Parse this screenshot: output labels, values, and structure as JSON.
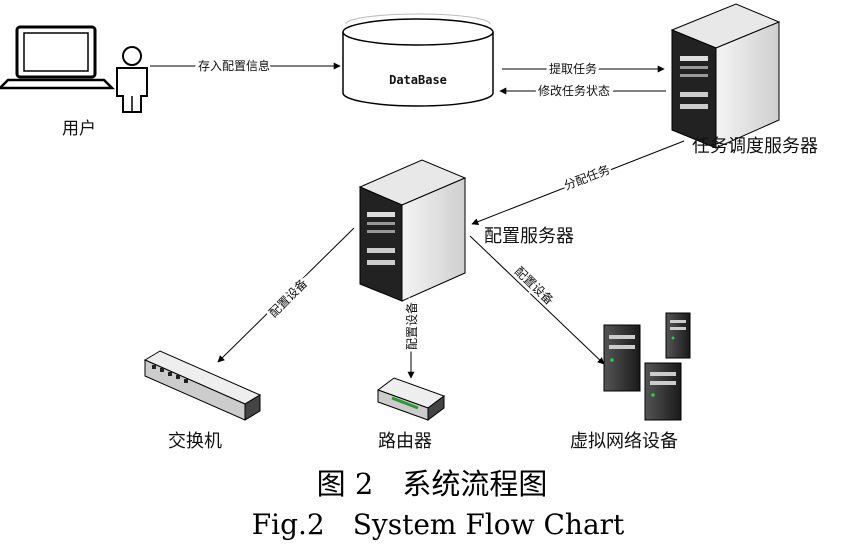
{
  "nodes": {
    "user": "用户",
    "database": "DataBase",
    "scheduler": "任务调度服务器",
    "config_server": "配置服务器",
    "switch": "交换机",
    "router": "路由器",
    "virtual": "虚拟网络设备"
  },
  "edges": {
    "store_config": "存入配置信息",
    "fetch_task": "提取任务",
    "modify_status": "修改任务状态",
    "assign_task": "分配任务",
    "config_switch": "配置设备",
    "config_router": "配置设备",
    "config_virtual": "配置设备"
  },
  "caption": {
    "cn": "图 2　系统流程图",
    "en": "Fig.2　System Flow Chart"
  }
}
